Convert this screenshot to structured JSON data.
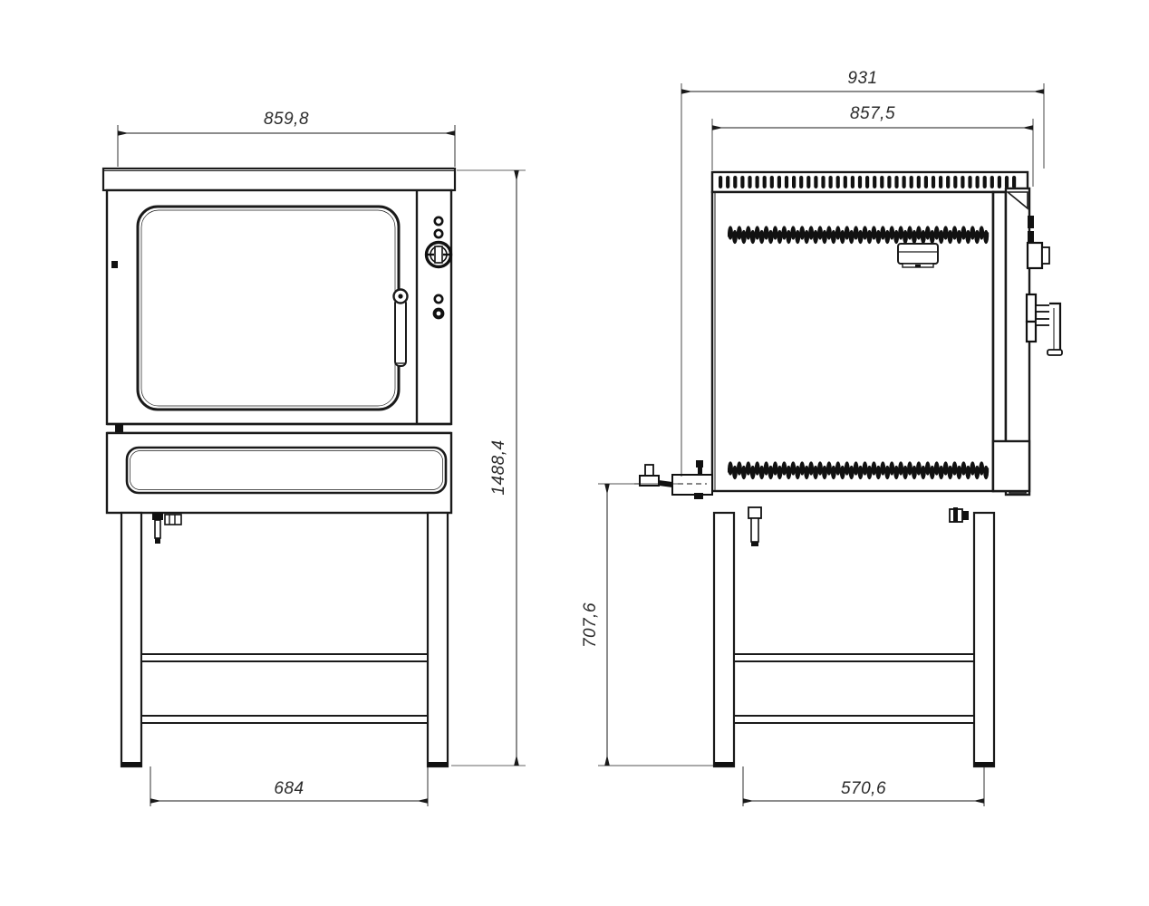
{
  "document": {
    "type": "technical-drawing",
    "description": "Two-view orthographic CAD drawing of a floor-standing convection oven on an open stand",
    "views": [
      {
        "id": "front-view",
        "label": "front elevation"
      },
      {
        "id": "side-view",
        "label": "side elevation"
      }
    ],
    "background_color": "#ffffff",
    "line_color": "#1a1a1a",
    "dimension_color": "#2b2b2b"
  },
  "dimensions": {
    "front": {
      "width_overall": "859,8",
      "height_overall": "1488,4",
      "stand_width": "684"
    },
    "side": {
      "depth_overall": "931",
      "depth_body": "857,5",
      "height_to_body": "707,6",
      "stand_depth": "570,6"
    }
  },
  "front_view": {
    "name": "front-elevation",
    "top_cap": "top-cap-band",
    "oven_door": "oven-door-panel",
    "door_handle": "door-handle",
    "control_panel": "control-panel",
    "controls": [
      {
        "name": "indicator-lamp-1",
        "type": "small-circle"
      },
      {
        "name": "indicator-lamp-2",
        "type": "small-circle"
      },
      {
        "name": "main-control-knob",
        "type": "large-knob"
      },
      {
        "name": "indicator-lamp-3",
        "type": "small-circle"
      },
      {
        "name": "secondary-knob",
        "type": "medium-knob"
      }
    ],
    "lower_drawer": "lower-drawer-panel",
    "stand": {
      "name": "equipment-stand",
      "legs": 2,
      "cross_rails": 2,
      "fitting": "gas-connection-fitting"
    },
    "hinge": "door-hinge-mark"
  },
  "side_view": {
    "name": "side-elevation",
    "top_vent": "top-ventilation-louvre-strip",
    "upper_coil": "upper-heating-coil",
    "lower_coil": "lower-heating-coil",
    "probe_block": "sensor-housing-block",
    "door_profile": "door-edge-profile",
    "door_handle": "side-door-handle",
    "hinge_upper": "upper-hinge",
    "hinge_lower": "lower-hinge",
    "inlet_fitting": "rear-inlet-pipe-fitting",
    "rear_box": "rear-service-box",
    "stand": {
      "name": "equipment-stand-side",
      "legs": 2,
      "cross_rails": 2
    }
  }
}
